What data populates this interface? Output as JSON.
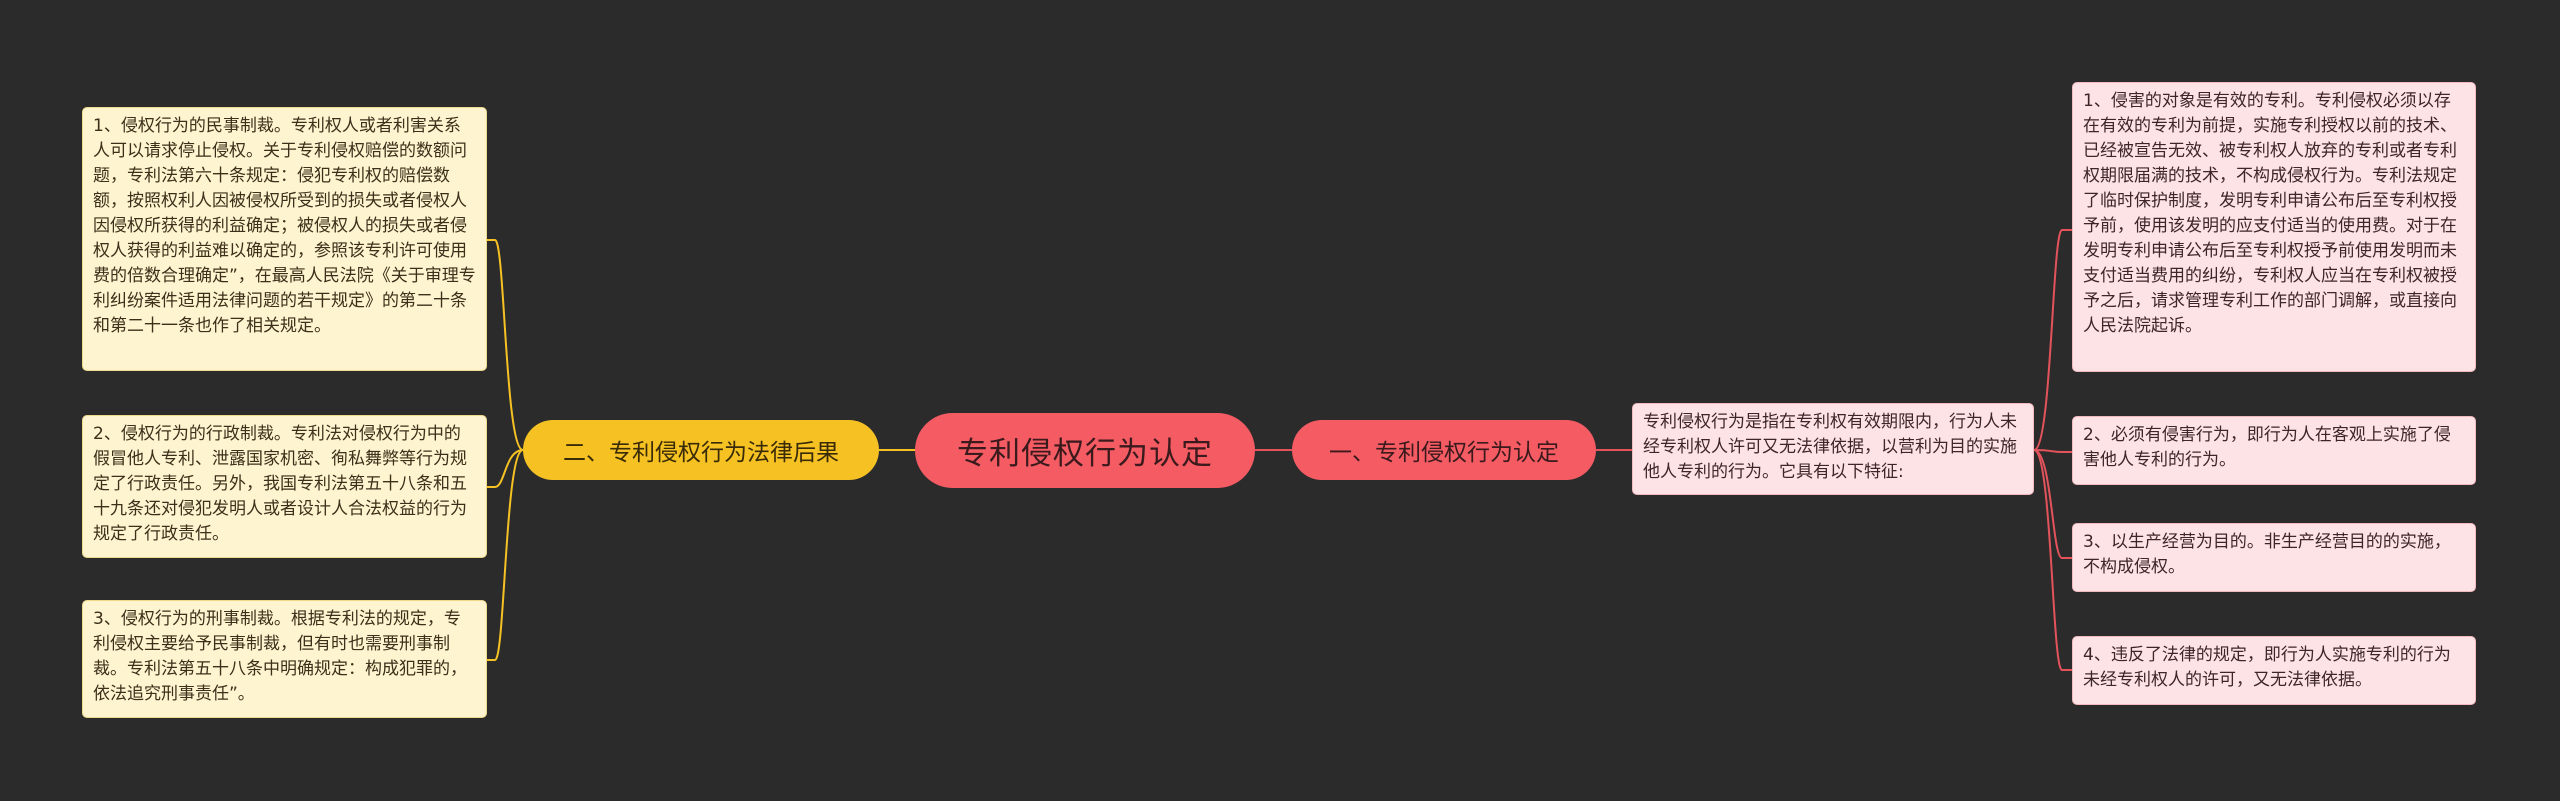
{
  "colors": {
    "background": "#2b2b2c",
    "root": "#f45b63",
    "right_branch": "#f45b63",
    "left_branch": "#f5c123",
    "right_leaf_bg": "#fde3e6",
    "left_leaf_bg": "#fef4d0",
    "right_line": "#e2535b",
    "left_line": "#f5c123"
  },
  "root": {
    "title": "专利侵权行为认定"
  },
  "right_branch": {
    "label": "一、专利侵权行为认定",
    "definition": "专利侵权行为是指在专利权有效期限内，行为人未经专利权人许可又无法律依据，以营利为目的实施他人专利的行为。它具有以下特征:",
    "features": [
      "1、侵害的对象是有效的专利。专利侵权必须以存在有效的专利为前提，实施专利授权以前的技术、已经被宣告无效、被专利权人放弃的专利或者专利权期限届满的技术，不构成侵权行为。专利法规定了临时保护制度，发明专利申请公布后至专利权授予前，使用该发明的应支付适当的使用费。对于在发明专利申请公布后至专利权授予前使用发明而未支付适当费用的纠纷，专利权人应当在专利权被授予之后，请求管理专利工作的部门调解，或直接向人民法院起诉。",
      "2、必须有侵害行为，即行为人在客观上实施了侵害他人专利的行为。",
      "3、以生产经营为目的。非生产经营目的的实施，不构成侵权。",
      "4、违反了法律的规定，即行为人实施专利的行为未经专利权人的许可，又无法律依据。"
    ]
  },
  "left_branch": {
    "label": "二、专利侵权行为法律后果",
    "items": [
      "1、侵权行为的民事制裁。专利权人或者利害关系人可以请求停止侵权。关于专利侵权赔偿的数额问题，专利法第六十条规定：侵犯专利权的赔偿数额，按照权利人因被侵权所受到的损失或者侵权人因侵权所获得的利益确定；被侵权人的损失或者侵权人获得的利益难以确定的，参照该专利许可使用费的倍数合理确定”，在最高人民法院《关于审理专利纠纷案件适用法律问题的若干规定》的第二十条和第二十一条也作了相关规定。",
      "2、侵权行为的行政制裁。专利法对侵权行为中的假冒他人专利、泄露国家机密、徇私舞弊等行为规定了行政责任。另外，我国专利法第五十八条和五十九条还对侵犯发明人或者设计人合法权益的行为规定了行政责任。",
      "3、侵权行为的刑事制裁。根据专利法的规定，专利侵权主要给予民事制裁，但有时也需要刑事制裁。专利法第五十八条中明确规定：构成犯罪的，依法追究刑事责任”。"
    ]
  }
}
